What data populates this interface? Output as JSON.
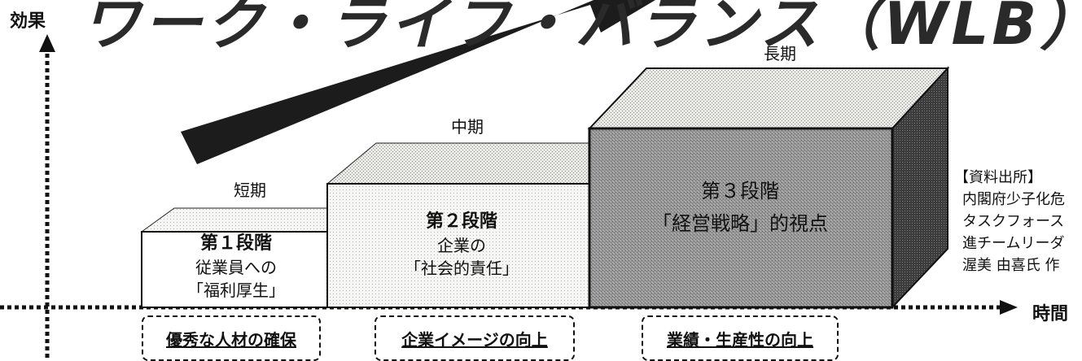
{
  "axes": {
    "y_label": "効果",
    "x_label": "時間"
  },
  "banner_text": "ワーク・ライフ・バランス（WLB）の効果",
  "terms": {
    "short": "短期",
    "mid": "中期",
    "long": "長期"
  },
  "stages": [
    {
      "title": "第１段階",
      "line1": "従業員への",
      "line2": "「福利厚生」"
    },
    {
      "title": "第２段階",
      "line1": "企業の",
      "line2": "「社会的責任」"
    },
    {
      "title": "第３段階",
      "line1": "「経営戦略」的視点"
    }
  ],
  "outcomes": [
    "優秀な人材の確保",
    "企業イメージの向上",
    "業績・生産性の向上"
  ],
  "source": {
    "heading": "【資料出所】",
    "lines": [
      "内閣府少子化危",
      "タスクフォース",
      "進チームリーダ",
      "渥美 由喜氏 作"
    ]
  },
  "colors": {
    "box1_front": "#ffffff",
    "box2_front": "#f3f3f1",
    "box3_front": "#8e8e8e",
    "box3_side": "#3a3a3a",
    "arrow": "#1c1c1c"
  }
}
